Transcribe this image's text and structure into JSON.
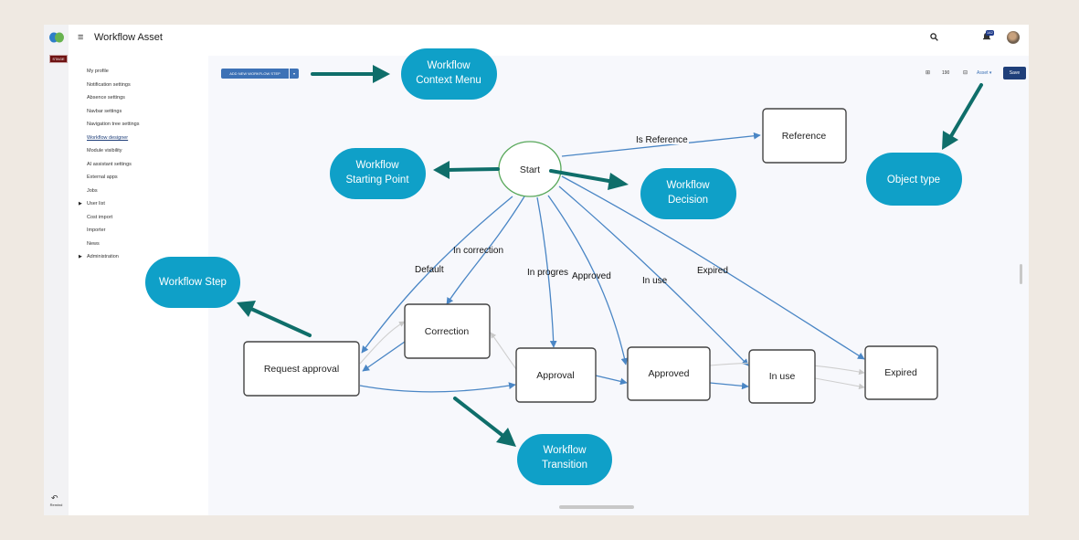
{
  "header": {
    "title": "Workflow Asset",
    "notification_count": "142"
  },
  "rail": {
    "stage_label": "STAGE",
    "remind_label": "Remind"
  },
  "sidebar": {
    "items": [
      {
        "label": "My profile"
      },
      {
        "label": "Notification settings"
      },
      {
        "label": "Absence settings"
      },
      {
        "label": "Navbar settings"
      },
      {
        "label": "Navigation tree settings"
      },
      {
        "label": "Workflow designer",
        "active": true
      },
      {
        "label": "Module visibility"
      },
      {
        "label": "AI assistant settings"
      },
      {
        "label": "External apps"
      },
      {
        "label": "Jobs"
      },
      {
        "label": "User list",
        "expandable": true
      },
      {
        "label": "Cost import"
      },
      {
        "label": "Importer"
      },
      {
        "label": "News"
      },
      {
        "label": "Administration",
        "expandable": true
      }
    ]
  },
  "toolbar": {
    "add_step_label": "ADD NEW WORKFLOW STEP",
    "zoom_value": "190",
    "object_type": "Asset",
    "save_label": "Save"
  },
  "diagram": {
    "nodes": {
      "start": "Start",
      "reference": "Reference",
      "correction": "Correction",
      "request_approval": "Request approval",
      "approval": "Approval",
      "approved": "Approved",
      "in_use": "In use",
      "expired": "Expired"
    },
    "edge_labels": {
      "is_reference": "Is Reference",
      "in_correction": "In correction",
      "default": "Default",
      "in_progress": "In progres",
      "approved": "Approved",
      "in_use": "In use",
      "expired": "Expired"
    }
  },
  "callouts": {
    "context_menu": [
      "Workflow",
      "Context Menu"
    ],
    "starting_point": [
      "Workflow",
      "Starting Point"
    ],
    "decision": [
      "Workflow",
      "Decision"
    ],
    "object_type": [
      "Object type"
    ],
    "step": [
      "Workflow Step"
    ],
    "transition": [
      "Workflow",
      "Transition"
    ]
  },
  "colors": {
    "callout": "#0fa0c8",
    "pointer_arrow": "#0f6e6a",
    "edge": "#4a86c5",
    "start_border": "#58a85a",
    "save": "#1f3f7a",
    "stage": "#6e1212"
  }
}
